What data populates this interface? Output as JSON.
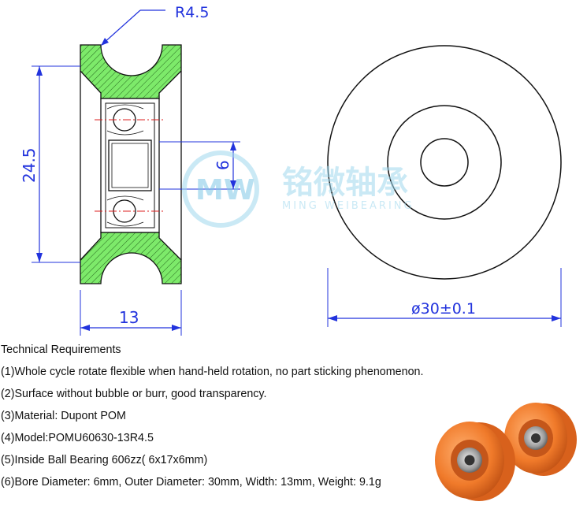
{
  "dimensions": {
    "groove_radius": "R4.5",
    "height": "24.5",
    "bore": "6",
    "width": "13",
    "outer_diameter": "ø30±0.1"
  },
  "watermark": {
    "logo_letters": "MW",
    "chinese": "铭微轴承",
    "english": "MING WEIBEARING"
  },
  "requirements": {
    "heading": "Technical Requirements",
    "items": [
      "(1)Whole cycle rotate flexible when hand-held rotation, no part sticking phenomenon.",
      "(2)Surface without bubble or burr, good transparency.",
      "(3)Material: Dupont POM",
      "(4)Model:POMU60630-13R4.5",
      "(5)Inside Ball Bearing 606zz( 6x17x6mm)",
      "(6)Bore Diameter: 6mm, Outer Diameter: 30mm, Width: 13mm, Weight: 9.1g"
    ]
  },
  "colors": {
    "section_fill": "#7dea6a",
    "dimension_blue": "#2233dd",
    "wheel_orange": "#f07a2a",
    "center_line_red": "#dd2222"
  }
}
